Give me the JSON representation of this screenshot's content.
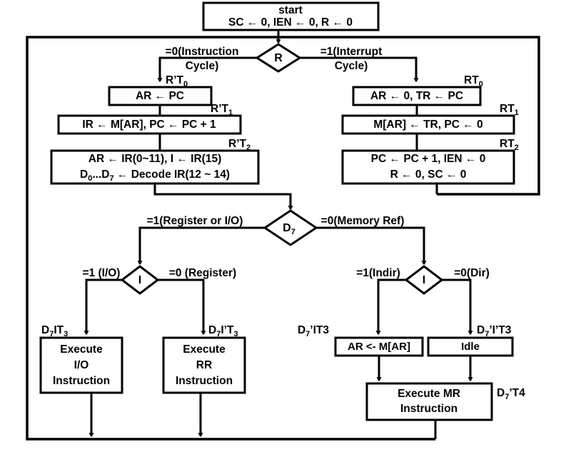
{
  "diagram": {
    "title": "CPU Instruction Cycle Flowchart",
    "colors": {
      "stroke": "#000000",
      "fill": "#ffffff"
    },
    "start": {
      "line1": "start",
      "line2": "SC ← 0, IEN ← 0, R ← 0"
    },
    "decisions": {
      "r": "R",
      "d7": "D",
      "d7_sub": "7",
      "i_left": "I",
      "i_right": "I"
    },
    "branch_labels": {
      "r_false_l1": "=0(Instruction",
      "r_false_l2": "Cycle)",
      "r_true_l1": "=1(Interrupt",
      "r_true_l2": "Cycle)",
      "d7_true": "=1(Register or I/O)",
      "d7_false": "=0(Memory Ref)",
      "i_left_true": "=1 (I/O)",
      "i_left_false": "=0 (Register)",
      "i_right_true": "=1(Indir)",
      "i_right_false": "=0(Dir)"
    },
    "instruction_cycle": {
      "t0": {
        "text": "AR ← PC",
        "timing_base": "R’T",
        "timing_sub": "0"
      },
      "t1": {
        "text": "IR ← M[AR], PC ← PC + 1",
        "timing_base": "R’T",
        "timing_sub": "1"
      },
      "t2": {
        "line1": "AR ← IR(0~11), I ← IR(15)",
        "line2_a": "D",
        "line2_a_sub": "0",
        "line2_b": "...D",
        "line2_b_sub": "7",
        "line2_c": " ← Decode IR(12 ~ 14)",
        "line2_full": "D0...D7 ← Decode IR(12 ~ 14)",
        "timing_base": "R’T",
        "timing_sub": "2"
      }
    },
    "interrupt_cycle": {
      "t0": {
        "text": "AR ← 0, TR ← PC",
        "timing_base": "RT",
        "timing_sub": "0"
      },
      "t1": {
        "text": "M[AR] ← TR, PC ← 0",
        "timing_base": "RT",
        "timing_sub": "1"
      },
      "t2": {
        "line1": "PC ← PC + 1, IEN ← 0",
        "line2": "R ← 0, SC ← 0",
        "timing_base": "RT",
        "timing_sub": "2"
      }
    },
    "execute_blocks": {
      "io": {
        "line1": "Execute",
        "line2": "I/O",
        "line3": "Instruction",
        "timing_base_a": "D",
        "timing_sub_a": "7",
        "timing_mid": "IT",
        "timing_sub_b": "3"
      },
      "rr": {
        "line1": "Execute",
        "line2": "RR",
        "line3": "Instruction",
        "timing_base_a": "D",
        "timing_sub_a": "7",
        "timing_mid": "I’T",
        "timing_sub_b": "3"
      },
      "indirect": {
        "text": "AR <- M[AR]",
        "timing_base_a": "D",
        "timing_sub_a": "7",
        "timing_mid": "’IT3"
      },
      "idle": {
        "text": "Idle",
        "timing_base_a": "D",
        "timing_sub_a": "7",
        "timing_mid": "’I’T3"
      },
      "mr": {
        "line1": "Execute  MR",
        "line2": "Instruction",
        "timing_base_a": "D",
        "timing_sub_a": "7",
        "timing_mid": "’T4"
      }
    }
  }
}
